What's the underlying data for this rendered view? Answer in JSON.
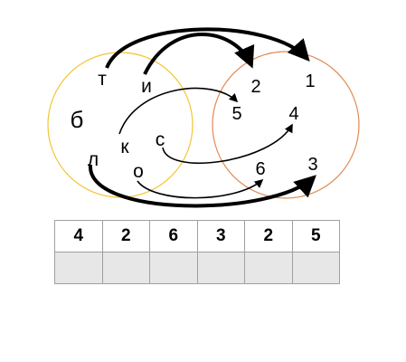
{
  "colors": {
    "left_circle": "#f4c430",
    "right_circle": "#e08a52",
    "arrows": "#000000",
    "answer_cell_fill": "#e7e7e7",
    "grid_border": "#a0a0a0"
  },
  "letters": {
    "t": "т",
    "i": "и",
    "b": "б",
    "k": "к",
    "s": "с",
    "l": "л",
    "o": "о"
  },
  "digits": {
    "d1": "1",
    "d2": "2",
    "d3": "3",
    "d4": "4",
    "d5": "5",
    "d6": "6"
  },
  "arrow_links": [
    {
      "from": "т",
      "to": "1"
    },
    {
      "from": "и",
      "to": "2"
    },
    {
      "from": "к",
      "to": "5"
    },
    {
      "from": "с",
      "to": "4"
    },
    {
      "from": "о",
      "to": "6"
    },
    {
      "from": "л",
      "to": "3"
    }
  ],
  "sequence_row": [
    "4",
    "2",
    "6",
    "3",
    "2",
    "5"
  ],
  "answer_row": [
    "",
    "",
    "",
    "",
    "",
    ""
  ]
}
